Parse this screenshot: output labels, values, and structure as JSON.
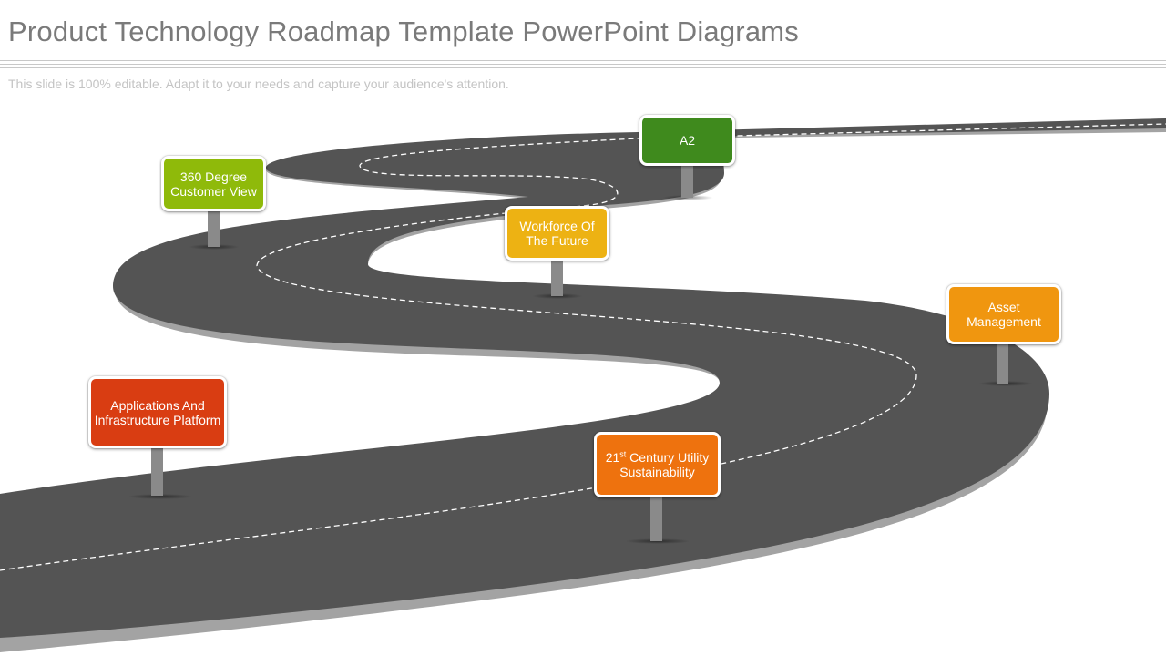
{
  "slide": {
    "title": "Product Technology Roadmap Template PowerPoint Diagrams",
    "subtitle": "This slide is 100% editable. Adapt it to your needs and capture your audience's attention."
  },
  "colors": {
    "road": "#545454",
    "road_edge": "#a3a3a3",
    "lane": "#ffffff",
    "post": "#8a8a8a"
  },
  "signs": {
    "applications": {
      "text": "Applications And Infrastructure Platform",
      "color": "#d93d12"
    },
    "century": {
      "prefix": "21",
      "sup": "st",
      "rest": " Century Utility Sustainability",
      "color": "#ee720e"
    },
    "asset": {
      "text": "Asset Management",
      "color": "#f0960f"
    },
    "workforce": {
      "text": "Workforce Of The Future",
      "color": "#edb213"
    },
    "customer": {
      "text": "360 Degree Customer View",
      "color": "#8fba0a"
    },
    "a2": {
      "text": "A2",
      "color": "#3f8a1d"
    }
  }
}
